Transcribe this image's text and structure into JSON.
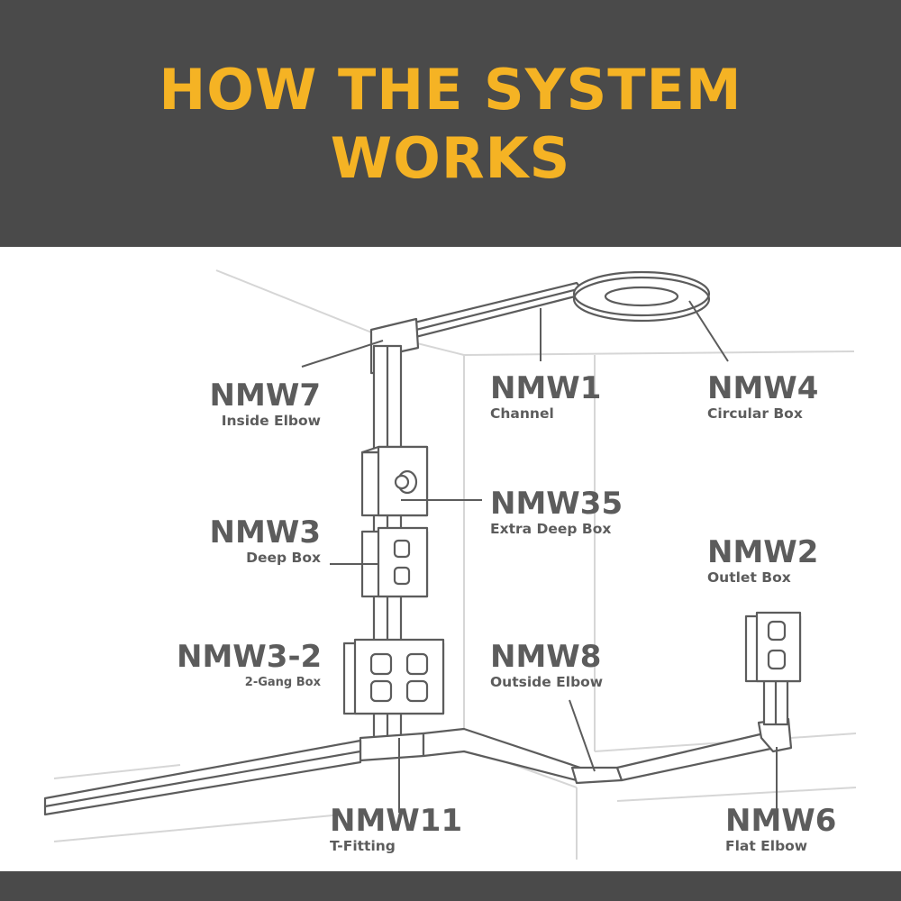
{
  "title": {
    "line1": "HOW THE SYSTEM",
    "line2": "WORKS"
  },
  "colors": {
    "header_bg": "#4a4a4a",
    "title": "#f5b324",
    "line_art": "#5c5c5c",
    "background_lines": "#d4d4d4"
  },
  "parts": [
    {
      "code": "NMW7",
      "name": "Inside Elbow"
    },
    {
      "code": "NMW1",
      "name": "Channel"
    },
    {
      "code": "NMW4",
      "name": "Circular Box"
    },
    {
      "code": "NMW35",
      "name": "Extra Deep Box"
    },
    {
      "code": "NMW3",
      "name": "Deep Box"
    },
    {
      "code": "NMW2",
      "name": "Outlet Box"
    },
    {
      "code": "NMW3-2",
      "name": "2-Gang Box"
    },
    {
      "code": "NMW8",
      "name": "Outside Elbow"
    },
    {
      "code": "NMW11",
      "name": "T-Fitting"
    },
    {
      "code": "NMW6",
      "name": "Flat Elbow"
    }
  ]
}
